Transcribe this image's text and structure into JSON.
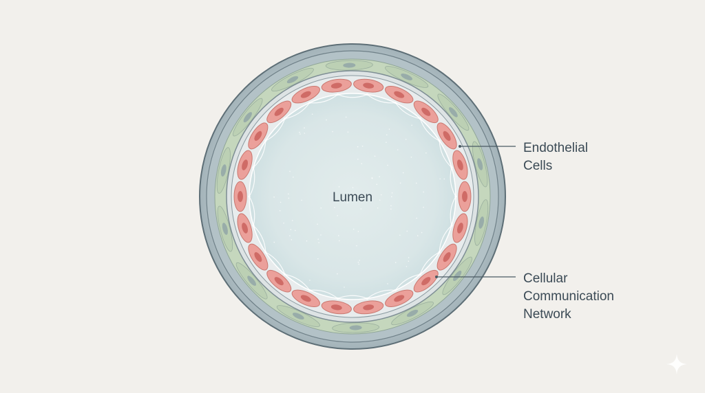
{
  "diagram": {
    "center_label": "Lumen",
    "callouts": [
      {
        "id": "endothelial",
        "lines": [
          "Endothelial",
          "Cells"
        ]
      },
      {
        "id": "communication",
        "lines": [
          "Cellular",
          "Communication",
          "Network"
        ]
      }
    ]
  },
  "structure": {
    "endothelial_cell_count": 22,
    "smooth_muscle_cell_count": 14
  },
  "colors": {
    "background": "#f2f0ec",
    "outer_ring": "#a9b8be",
    "outer_ring_stroke": "#5d6e76",
    "muscle_layer": "#c5d7bd",
    "muscle_nucleus": "#8fa2a6",
    "endothelial_cell": "#eba09a",
    "endothelial_nucleus": "#cf6b66",
    "basement_band": "#dde3e4",
    "lumen": "#dbe7e8",
    "signal": "#ffffff",
    "label_text": "#3b4a55",
    "leader_line": "#4a5a63"
  }
}
